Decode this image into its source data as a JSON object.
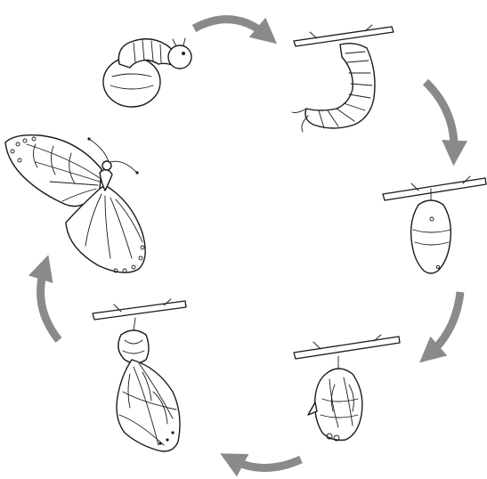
{
  "diagram": {
    "stages": [
      {
        "id": "egg-and-caterpillar",
        "icon": "caterpillar-hatching-icon"
      },
      {
        "id": "hanging-caterpillar",
        "icon": "hanging-caterpillar-icon"
      },
      {
        "id": "chrysalis",
        "icon": "chrysalis-icon"
      },
      {
        "id": "developing-chrysalis",
        "icon": "developing-chrysalis-icon"
      },
      {
        "id": "emerging-butterfly",
        "icon": "emerging-butterfly-icon"
      },
      {
        "id": "adult-butterfly",
        "icon": "butterfly-icon"
      }
    ],
    "arrow_color": "#8a8a8a",
    "ink_color": "#1a1a1a",
    "background": "#ffffff"
  }
}
